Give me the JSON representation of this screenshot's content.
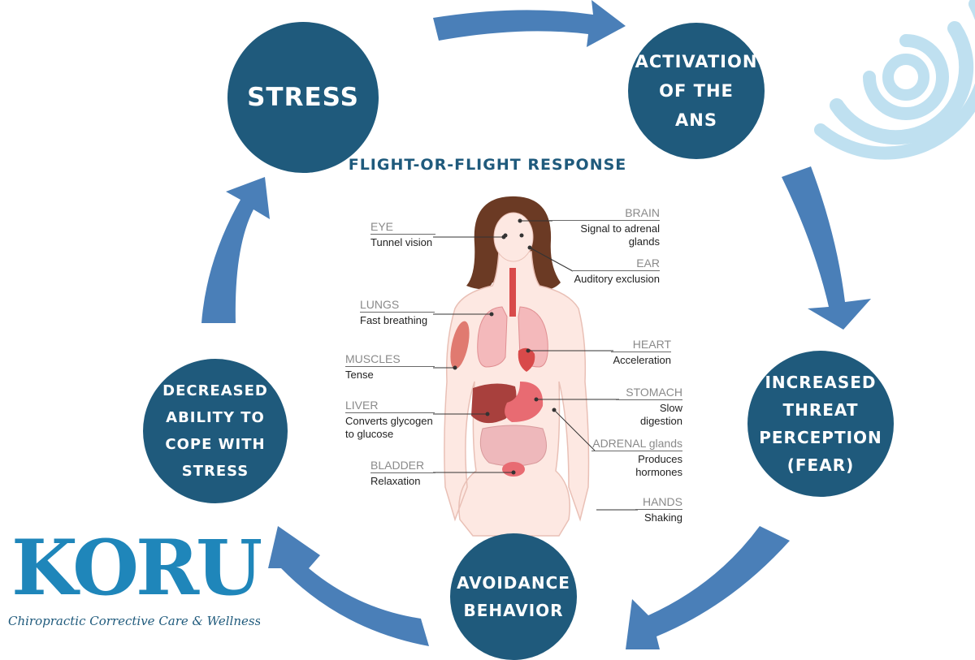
{
  "diagram": {
    "title": "FLIGHT-OR-FLIGHT RESPONSE",
    "cycle_nodes": [
      {
        "id": "stress",
        "lines": [
          "STRESS"
        ]
      },
      {
        "id": "ans",
        "lines": [
          "ACTIVATION",
          "OF THE ANS"
        ]
      },
      {
        "id": "threat",
        "lines": [
          "INCREASED",
          "THREAT",
          "PERCEPTION",
          "(FEAR)"
        ]
      },
      {
        "id": "avoid",
        "lines": [
          "AVOIDANCE",
          "BEHAVIOR"
        ]
      },
      {
        "id": "coping",
        "lines": [
          "DECREASED",
          "ABILITY TO",
          "COPE WITH",
          "STRESS"
        ]
      }
    ],
    "labels": {
      "eye": {
        "head": "EYE",
        "desc": "Tunnel vision"
      },
      "brain": {
        "head": "BRAIN",
        "desc": "Signal to adrenal glands"
      },
      "ear": {
        "head": "EAR",
        "desc": "Auditory exclusion"
      },
      "lungs": {
        "head": "LUNGS",
        "desc": "Fast breathing"
      },
      "heart": {
        "head": "HEART",
        "desc": "Acceleration"
      },
      "muscles": {
        "head": "MUSCLES",
        "desc": "Tense"
      },
      "stomach": {
        "head": "STOMACH",
        "desc": "Slow digestion"
      },
      "liver": {
        "head": "LIVER",
        "desc1": "Converts glycogen",
        "desc2": "to glucose"
      },
      "adrenal": {
        "head": "ADRENAL glands",
        "desc": "Produces hormones"
      },
      "bladder": {
        "head": "BLADDER",
        "desc": "Relaxation"
      },
      "hands": {
        "head": "HANDS",
        "desc": "Shaking"
      }
    }
  },
  "brand": {
    "name": "KORU",
    "tagline": "Chiropractic Corrective Care & Wellness"
  },
  "colors": {
    "node": "#1f5a7c",
    "arrow": "#4a7fb8",
    "swirl": "#bfe0f0",
    "brand": "#1f86ba"
  }
}
